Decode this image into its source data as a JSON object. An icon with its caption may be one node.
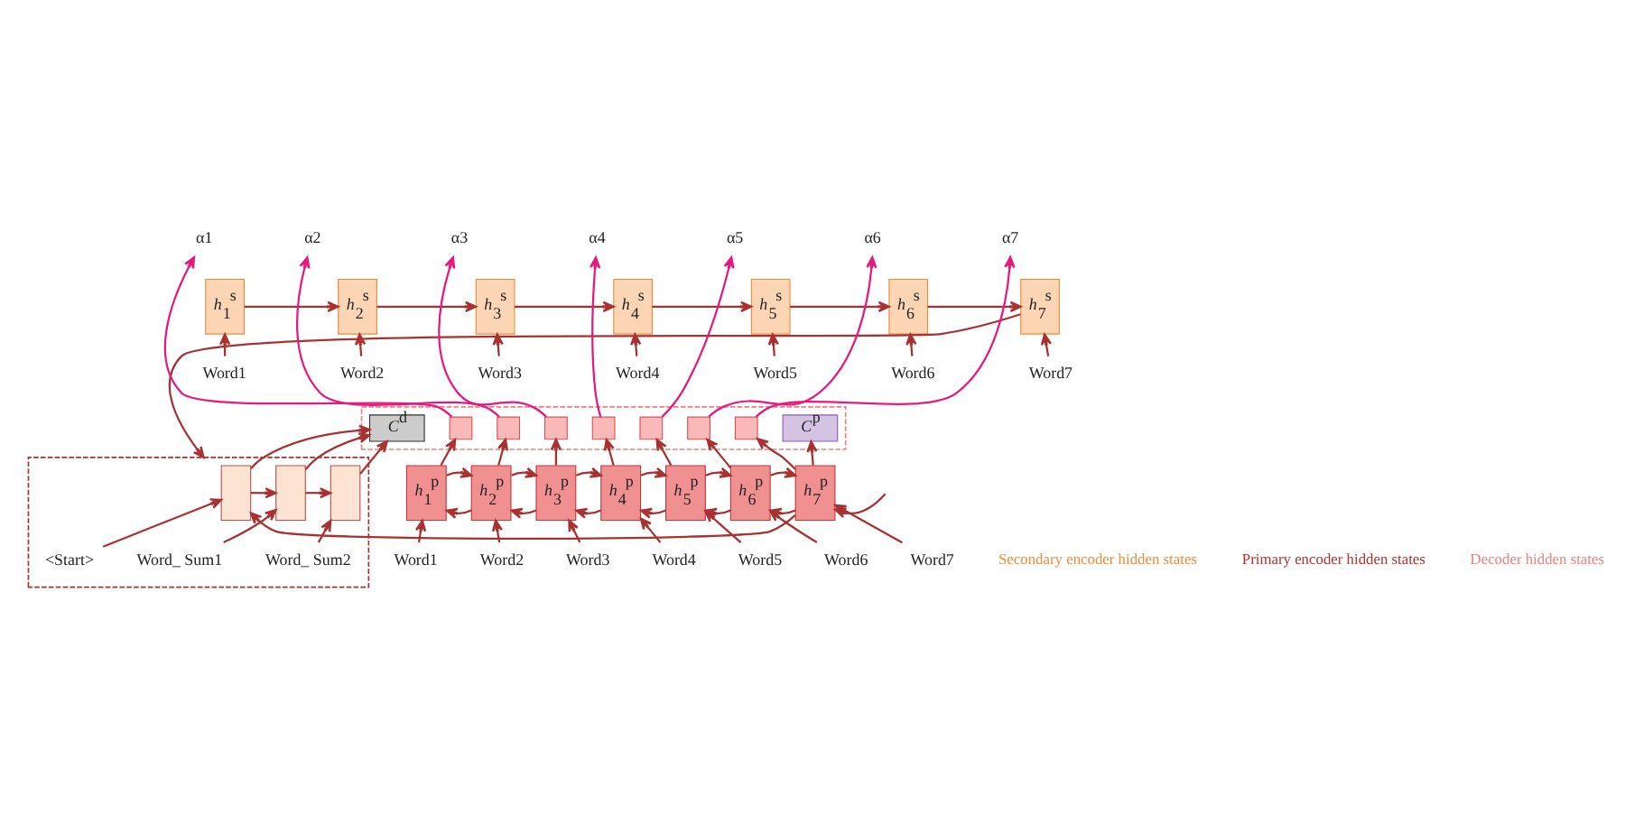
{
  "diagram": {
    "nodes": [
      {
        "text": [
          "*h*$_{1}$$^{s}$"
        ]
      },
      {
        "text": [
          "*h*$_{2}$$^{s}$"
        ]
      },
      {
        "text": [
          "*h*$_{3}$$^{s}$"
        ]
      },
      {
        "text": [
          "*h*$_{4}$$^{s}$"
        ]
      },
      {
        "text": [
          "*h*$_{5}$$^{s}$"
        ]
      },
      {
        "text": [
          "*h*$_{6}$$^{s}$"
        ]
      },
      {
        "text": [
          "*h*$_{7}$$^{s}$"
        ]
      },
      {
        "text": [
          "α1"
        ]
      },
      {
        "text": [
          "α2"
        ]
      },
      {
        "text": [
          "α3"
        ]
      },
      {
        "text": [
          "α4"
        ]
      },
      {
        "text": [
          "α5"
        ]
      },
      {
        "text": [
          "α6"
        ]
      },
      {
        "text": [
          "α7"
        ]
      },
      {
        "text": [
          "Word1"
        ]
      },
      {
        "text": [
          "Word2"
        ]
      },
      {
        "text": [
          "Word3"
        ]
      },
      {
        "text": [
          "Word4"
        ]
      },
      {
        "text": [
          "Word5"
        ]
      },
      {
        "text": [
          "Word6"
        ]
      },
      {
        "text": [
          "Word7"
        ]
      },
      {
        "text": [],
        "shape": "box"
      },
      {
        "text": [],
        "shape": "box",
        "in": 21
      },
      {
        "text": [],
        "shape": "box",
        "in": 21
      },
      {
        "text": [],
        "shape": "box",
        "in": 21
      },
      {
        "text": [],
        "shape": "box",
        "in": 21
      },
      {
        "text": [],
        "shape": "box",
        "in": 21
      },
      {
        "text": [],
        "shape": "box",
        "in": 21
      },
      {
        "text": [],
        "shape": "box",
        "in": 21
      },
      {
        "text": [
          "*C*$^{p}$"
        ],
        "in": 21
      },
      {
        "text": [
          "*C*$^{d}$"
        ],
        "in": 21
      },
      {
        "text": [
          "*h*$_{1}$$^{p}$"
        ]
      },
      {
        "text": [
          "*h*$_{2}$$^{p}$"
        ]
      },
      {
        "text": [
          "*h*$_{3}$$^{p}$"
        ]
      },
      {
        "text": [
          "*h*$_{4}$$^{p}$"
        ]
      },
      {
        "text": [
          "*h*$_{5}$$^{p}$"
        ]
      },
      {
        "text": [
          "*h*$_{6}$$^{p}$"
        ]
      },
      {
        "text": [
          "*h*$_{7}$$^{p}$"
        ]
      },
      {
        "text": [
          "Word1"
        ]
      },
      {
        "text": [
          "Word2"
        ]
      },
      {
        "text": [
          "Word3"
        ]
      },
      {
        "text": [
          "Word4"
        ]
      },
      {
        "text": [
          "Word5"
        ]
      },
      {
        "text": [
          "Word6"
        ]
      },
      {
        "text": [
          "Word7"
        ]
      },
      {
        "text": [],
        "shape": "box"
      },
      {
        "text": [],
        "shape": "box",
        "in": 45
      },
      {
        "text": [],
        "shape": "box",
        "in": 45
      },
      {
        "text": [],
        "shape": "box",
        "in": 45
      },
      {
        "text": [
          "<Start>"
        ],
        "in": 45
      },
      {
        "text": [
          "Word_ Sum1"
        ],
        "in": 45
      },
      {
        "text": [
          "Word_ Sum2"
        ],
        "in": 45
      }
    ],
    "edges": [
      {
        "from": 14,
        "to": 0,
        "arrow": "to"
      },
      {
        "from": 15,
        "to": 1,
        "arrow": "to"
      },
      {
        "from": 16,
        "to": 2,
        "arrow": "to"
      },
      {
        "from": 17,
        "to": 3,
        "arrow": "to"
      },
      {
        "from": 18,
        "to": 4,
        "arrow": "to"
      },
      {
        "from": 19,
        "to": 5,
        "arrow": "to"
      },
      {
        "from": 20,
        "to": 6,
        "arrow": "to"
      },
      {
        "from": 0,
        "to": 1,
        "arrow": "to"
      },
      {
        "from": 1,
        "to": 2,
        "arrow": "to"
      },
      {
        "from": 2,
        "to": 3,
        "arrow": "to"
      },
      {
        "from": 3,
        "to": 4,
        "arrow": "to"
      },
      {
        "from": 4,
        "to": 5,
        "arrow": "to"
      },
      {
        "from": 5,
        "to": 6,
        "arrow": "to"
      },
      {
        "from": 6,
        "to": 45,
        "arrow": "to"
      },
      {
        "from": 22,
        "to": 7,
        "arrow": "to",
        "color": "#e6197f"
      },
      {
        "from": 23,
        "to": 8,
        "arrow": "to",
        "color": "#e6197f"
      },
      {
        "from": 24,
        "to": 9,
        "arrow": "to",
        "color": "#e6197f"
      },
      {
        "from": 25,
        "to": 10,
        "arrow": "to",
        "color": "#e6197f"
      },
      {
        "from": 26,
        "to": 11,
        "arrow": "to",
        "color": "#e6197f"
      },
      {
        "from": 27,
        "to": 12,
        "arrow": "to",
        "color": "#e6197f"
      },
      {
        "from": 28,
        "to": 13,
        "arrow": "to",
        "color": "#e6197f"
      },
      {
        "from": 31,
        "to": 22,
        "arrow": "to"
      },
      {
        "from": 32,
        "to": 23,
        "arrow": "to"
      },
      {
        "from": 33,
        "to": 24,
        "arrow": "to"
      },
      {
        "from": 34,
        "to": 25,
        "arrow": "to"
      },
      {
        "from": 35,
        "to": 26,
        "arrow": "to"
      },
      {
        "from": 36,
        "to": 27,
        "arrow": "to"
      },
      {
        "from": 37,
        "to": 28,
        "arrow": "to"
      },
      {
        "from": 38,
        "to": 31,
        "arrow": "to"
      },
      {
        "from": 39,
        "to": 32,
        "arrow": "to"
      },
      {
        "from": 40,
        "to": 33,
        "arrow": "to"
      },
      {
        "from": 41,
        "to": 34,
        "arrow": "to"
      },
      {
        "from": 42,
        "to": 35,
        "arrow": "to"
      },
      {
        "from": 43,
        "to": 36,
        "arrow": "to"
      },
      {
        "from": 44,
        "to": 37,
        "arrow": "to"
      },
      {
        "from": 31,
        "to": 32,
        "arrow": "to"
      },
      {
        "from": 32,
        "to": 31,
        "arrow": "to"
      },
      {
        "from": 32,
        "to": 33,
        "arrow": "to"
      },
      {
        "from": 33,
        "to": 32,
        "arrow": "to"
      },
      {
        "from": 33,
        "to": 34,
        "arrow": "to"
      },
      {
        "from": 34,
        "to": 33,
        "arrow": "to"
      },
      {
        "from": 34,
        "to": 35,
        "arrow": "to"
      },
      {
        "from": 35,
        "to": 34,
        "arrow": "to"
      },
      {
        "from": 35,
        "to": 36,
        "arrow": "to"
      },
      {
        "from": 36,
        "to": 35,
        "arrow": "to"
      },
      {
        "from": 36,
        "to": 37,
        "arrow": "to"
      },
      {
        "from": 37,
        "to": 36,
        "arrow": "to"
      },
      {
        "from": null,
        "to": 37,
        "arrow": "to"
      },
      {
        "from": 37,
        "to": 29,
        "arrow": "to"
      },
      {
        "from": 37,
        "to": 46,
        "arrow": "to"
      },
      {
        "from": 46,
        "to": 47,
        "arrow": "to"
      },
      {
        "from": 47,
        "to": 48,
        "arrow": "to"
      },
      {
        "from": 49,
        "to": 46,
        "arrow": "to"
      },
      {
        "from": 50,
        "to": 47,
        "arrow": "to"
      },
      {
        "from": 51,
        "to": 48,
        "arrow": "to"
      },
      {
        "from": 46,
        "to": 30,
        "arrow": "to"
      },
      {
        "from": 47,
        "to": 30,
        "arrow": "to"
      },
      {
        "from": 48,
        "to": 30,
        "arrow": "to"
      }
    ],
    "labels": [
      "Secondary encoder hidden states",
      "Primary encoder hidden states",
      "Decoder hidden states"
    ]
  }
}
